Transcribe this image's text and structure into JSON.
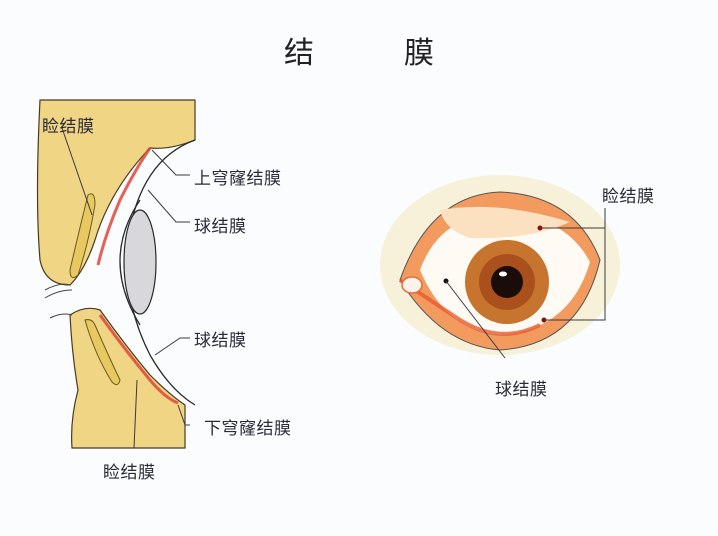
{
  "title": "结　膜",
  "left_diagram": {
    "name": "sagittal-section",
    "labels": {
      "palpebral_top": "睑结膜",
      "superior_fornix": "上穹窿结膜",
      "bulbar_upper": "球结膜",
      "bulbar_lower": "球结膜",
      "inferior_fornix": "下穹窿结膜",
      "palpebral_bottom": "睑结膜"
    }
  },
  "right_diagram": {
    "name": "front-view-eye",
    "labels": {
      "palpebral": "睑结膜",
      "bulbar": "球结膜"
    }
  },
  "colors": {
    "eyelid_fill": "#f0d585",
    "conjunctiva_red": "#e0443a",
    "iris_brown": "#a9501c",
    "pupil": "#1a0c08",
    "lid_orange": "#ee8a4e",
    "leader_line": "#3a3a40"
  }
}
